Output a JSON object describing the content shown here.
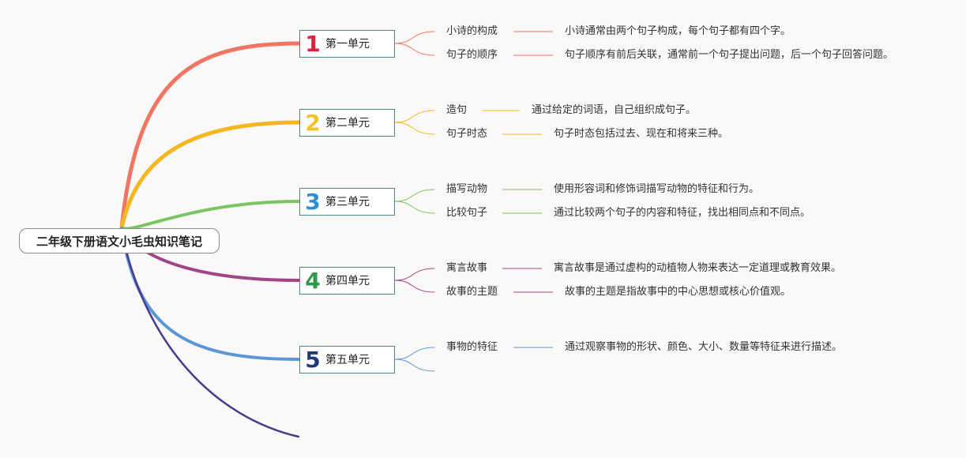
{
  "central_topic": "二年级下册语文小毛虫知识笔记",
  "units": [
    {
      "number": "1",
      "label": "第一单元",
      "color": "#f07563",
      "items": [
        {
          "topic": "小诗的构成",
          "detail": "小诗通常由两个句子构成，每个句子都有四个字。"
        },
        {
          "topic": "句子的顺序",
          "detail": "句子顺序有前后关联，通常前一个句子提出问题，后一个句子回答问题。"
        }
      ]
    },
    {
      "number": "2",
      "label": "第二单元",
      "color": "#f6b620",
      "items": [
        {
          "topic": "造句",
          "detail": "通过给定的词语，自己组织成句子。"
        },
        {
          "topic": "句子时态",
          "detail": "句子时态包括过去、现在和将来三种。"
        }
      ]
    },
    {
      "number": "3",
      "label": "第三单元",
      "color": "#7bc560",
      "items": [
        {
          "topic": "描写动物",
          "detail": "使用形容词和修饰词描写动物的特征和行为。"
        },
        {
          "topic": "比较句子",
          "detail": "通过比较两个句子的内容和特征，找出相同点和不同点。"
        }
      ]
    },
    {
      "number": "4",
      "label": "第四单元",
      "color": "#a04688",
      "items": [
        {
          "topic": "寓言故事",
          "detail": "寓言故事是通过虚构的动植物人物来表达一定道理或教育效果。"
        },
        {
          "topic": "故事的主题",
          "detail": "故事的主题是指故事中的中心思想或核心价值观。"
        }
      ]
    },
    {
      "number": "5",
      "label": "第五单元",
      "color": "#5b97d8",
      "items": [
        {
          "topic": "事物的特征",
          "detail": "通过观察事物的形状、颜色、大小、数量等特征来进行描述。"
        },
        {
          "topic": "",
          "detail": ""
        }
      ]
    }
  ],
  "number_colors": [
    "#d8243c",
    "#f5c22b",
    "#2f8fd6",
    "#2c9a46",
    "#1f3a7a"
  ],
  "extra_branch_color": "#4a3a8c",
  "central_border_color": "#8c8c8c",
  "unit_border_color": "#4d8a86"
}
